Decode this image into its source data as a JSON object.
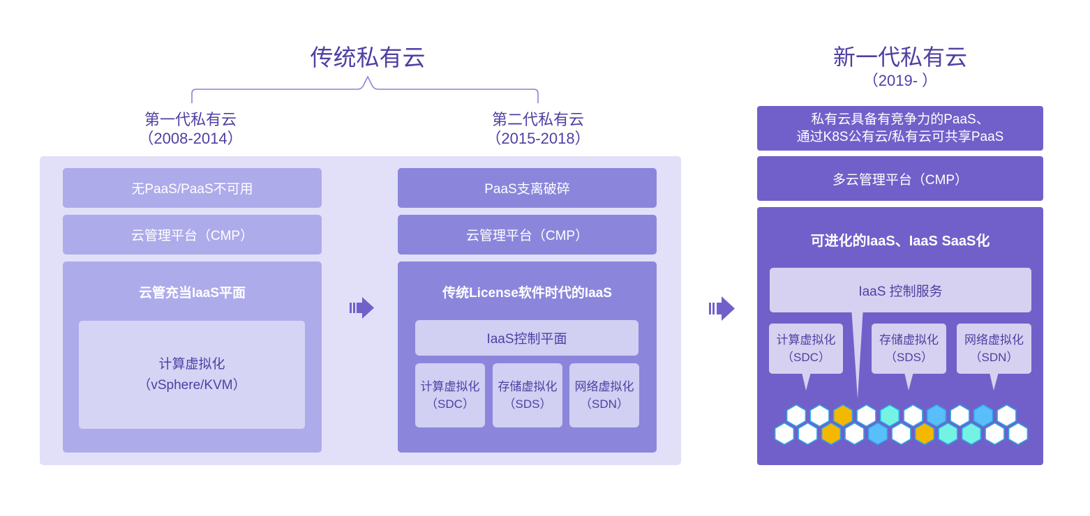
{
  "legacy": {
    "title": "传统私有云",
    "gen1": {
      "title": "第一代私有云",
      "years": "（2008-2014）",
      "paas": "无PaaS/PaaS不可用",
      "cmp": "云管理平台（CMP）",
      "iaas_title": "云管充当IaaS平面",
      "compute_line1": "计算虚拟化",
      "compute_line2": "（vSphere/KVM）"
    },
    "gen2": {
      "title": "第二代私有云",
      "years": "（2015-2018）",
      "paas": "PaaS支离破碎",
      "cmp": "云管理平台（CMP）",
      "iaas_title": "传统License软件时代的IaaS",
      "control_plane": "IaaS控制平面",
      "virt": [
        {
          "line1": "计算虚拟化",
          "line2": "（SDC）"
        },
        {
          "line1": "存储虚拟化",
          "line2": "（SDS）"
        },
        {
          "line1": "网络虚拟化",
          "line2": "（SDN）"
        }
      ]
    }
  },
  "new_gen": {
    "title": "新一代私有云",
    "years": "（2019-  ）",
    "paas_line1": "私有云具备有竞争力的PaaS、",
    "paas_line2": "通过K8S公有云/私有云可共享PaaS",
    "cmp": "多云管理平台（CMP）",
    "iaas_title": "可进化的IaaS、IaaS SaaS化",
    "control_service": "IaaS 控制服务",
    "virt": [
      {
        "line1": "计算虚拟化",
        "line2": "（SDC）"
      },
      {
        "line1": "存储虚拟化",
        "line2": "（SDS）"
      },
      {
        "line1": "网络虚拟化",
        "line2": "（SDN）"
      }
    ],
    "hex_rows": [
      [
        "white",
        "white",
        "gold",
        "white",
        "teal",
        "white",
        "blue",
        "white",
        "blue",
        "white"
      ],
      [
        "white",
        "white",
        "gold",
        "white",
        "blue",
        "white",
        "gold",
        "teal",
        "teal",
        "white",
        "white"
      ]
    ]
  },
  "colors": {
    "primary": "#7160c9",
    "text": "#4f3fa3",
    "hex_white": "#ffffff",
    "hex_gold": "#f5b800",
    "hex_teal": "#74f2e4",
    "hex_blue": "#58bffb",
    "hex_stroke": "#2ea6e6"
  }
}
